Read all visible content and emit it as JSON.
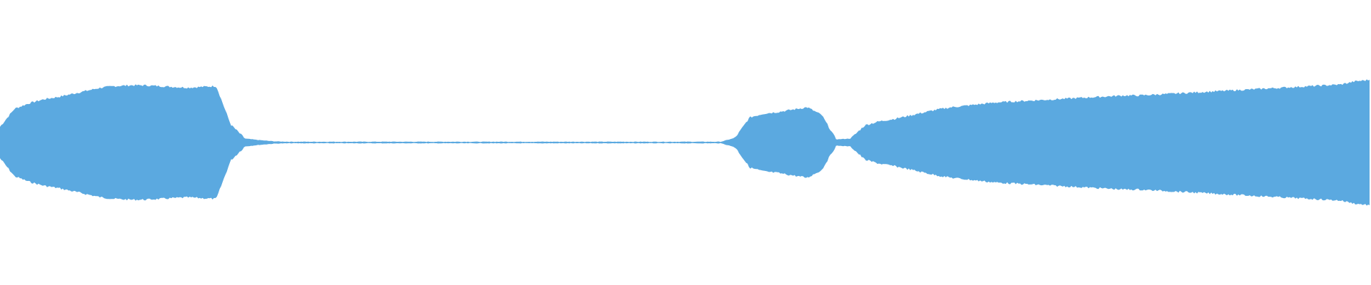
{
  "waveform": {
    "color": "#5ba9e0",
    "background": "#ffffff",
    "samples": [
      0.2,
      0.43,
      0.5,
      0.55,
      0.58,
      0.62,
      0.66,
      0.7,
      0.72,
      0.73,
      0.73,
      0.72,
      0.71,
      0.7,
      0.71,
      0.72,
      0.23,
      0.05,
      0.03,
      0.015,
      0.01,
      0.01,
      0.01,
      0.01,
      0.01,
      0.01,
      0.01,
      0.01,
      0.01,
      0.01,
      0.01,
      0.01,
      0.01,
      0.01,
      0.01,
      0.01,
      0.01,
      0.01,
      0.01,
      0.01,
      0.01,
      0.01,
      0.01,
      0.01,
      0.01,
      0.01,
      0.01,
      0.01,
      0.01,
      0.01,
      0.01,
      0.06,
      0.32,
      0.37,
      0.39,
      0.42,
      0.45,
      0.35,
      0.04,
      0.05,
      0.22,
      0.27,
      0.3,
      0.34,
      0.38,
      0.42,
      0.45,
      0.47,
      0.49,
      0.51,
      0.52,
      0.53,
      0.54,
      0.55,
      0.56,
      0.57,
      0.58,
      0.59,
      0.6,
      0.6,
      0.61,
      0.62,
      0.63,
      0.64,
      0.65,
      0.66,
      0.67,
      0.68,
      0.69,
      0.7,
      0.71,
      0.72,
      0.73,
      0.74,
      0.78,
      0.8
    ]
  }
}
